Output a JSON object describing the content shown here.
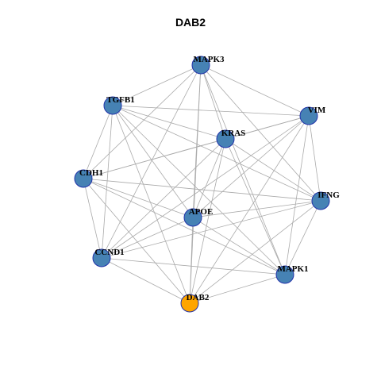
{
  "title": "DAB2",
  "colors": {
    "node_default": "#4682b4",
    "node_highlight": "#ffa500",
    "node_border": "#2233aa",
    "edge": "#aaaaaa"
  },
  "highlight_node": "DAB2",
  "nodes": [
    "MAPK3",
    "TGFB1",
    "VIM",
    "KRAS",
    "CDH1",
    "IFNG",
    "APOE",
    "CCND1",
    "MAPK1",
    "DAB2"
  ],
  "edges": [
    [
      "MAPK3",
      "TGFB1"
    ],
    [
      "MAPK3",
      "VIM"
    ],
    [
      "MAPK3",
      "KRAS"
    ],
    [
      "MAPK3",
      "CDH1"
    ],
    [
      "MAPK3",
      "IFNG"
    ],
    [
      "MAPK3",
      "APOE"
    ],
    [
      "MAPK3",
      "CCND1"
    ],
    [
      "MAPK3",
      "MAPK1"
    ],
    [
      "MAPK3",
      "DAB2"
    ],
    [
      "TGFB1",
      "VIM"
    ],
    [
      "TGFB1",
      "KRAS"
    ],
    [
      "TGFB1",
      "CDH1"
    ],
    [
      "TGFB1",
      "IFNG"
    ],
    [
      "TGFB1",
      "APOE"
    ],
    [
      "TGFB1",
      "CCND1"
    ],
    [
      "TGFB1",
      "MAPK1"
    ],
    [
      "TGFB1",
      "DAB2"
    ],
    [
      "VIM",
      "KRAS"
    ],
    [
      "VIM",
      "CDH1"
    ],
    [
      "VIM",
      "IFNG"
    ],
    [
      "VIM",
      "APOE"
    ],
    [
      "VIM",
      "CCND1"
    ],
    [
      "VIM",
      "MAPK1"
    ],
    [
      "VIM",
      "DAB2"
    ],
    [
      "KRAS",
      "CDH1"
    ],
    [
      "KRAS",
      "IFNG"
    ],
    [
      "KRAS",
      "APOE"
    ],
    [
      "KRAS",
      "CCND1"
    ],
    [
      "KRAS",
      "MAPK1"
    ],
    [
      "KRAS",
      "DAB2"
    ],
    [
      "CDH1",
      "IFNG"
    ],
    [
      "CDH1",
      "APOE"
    ],
    [
      "CDH1",
      "CCND1"
    ],
    [
      "CDH1",
      "MAPK1"
    ],
    [
      "CDH1",
      "DAB2"
    ],
    [
      "IFNG",
      "APOE"
    ],
    [
      "IFNG",
      "CCND1"
    ],
    [
      "IFNG",
      "MAPK1"
    ],
    [
      "IFNG",
      "DAB2"
    ],
    [
      "APOE",
      "CCND1"
    ],
    [
      "APOE",
      "MAPK1"
    ],
    [
      "APOE",
      "DAB2"
    ],
    [
      "CCND1",
      "MAPK1"
    ],
    [
      "CCND1",
      "DAB2"
    ],
    [
      "MAPK1",
      "DAB2"
    ]
  ]
}
